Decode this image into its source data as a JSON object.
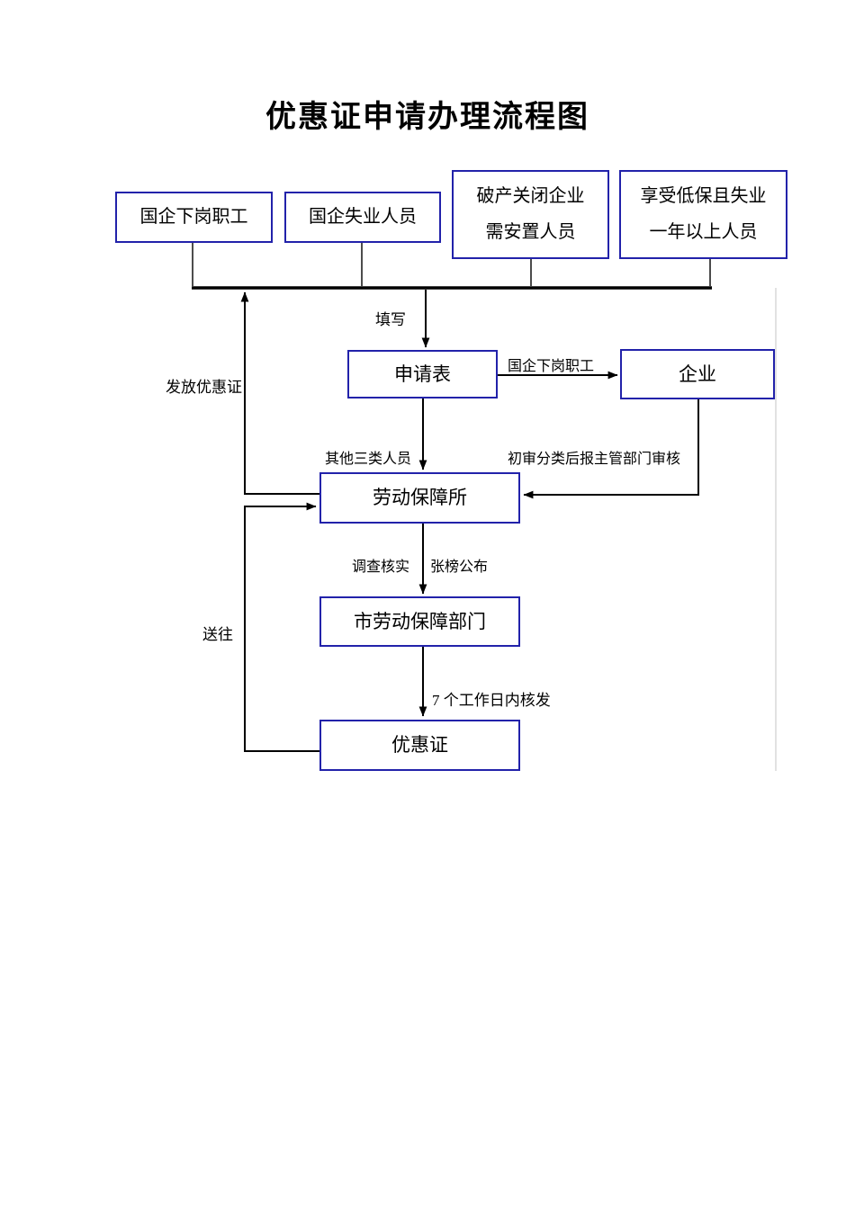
{
  "page": {
    "title": "优惠证申请办理流程图"
  },
  "flowchart": {
    "sources": [
      {
        "lines": [
          "国企下岗职工"
        ]
      },
      {
        "lines": [
          "国企失业人员"
        ]
      },
      {
        "lines": [
          "破产关闭企业",
          "需安置人员"
        ]
      },
      {
        "lines": [
          "享受低保且失业",
          "一年以上人员"
        ]
      }
    ],
    "nodes": {
      "application_form": {
        "label": "申请表"
      },
      "enterprise": {
        "label": "企业"
      },
      "labor_security_office": {
        "label": "劳动保障所"
      },
      "city_labor_security_dept": {
        "label": "市劳动保障部门"
      },
      "preferential_certificate": {
        "label": "优惠证"
      }
    },
    "edge_labels": {
      "fill_in": "填写",
      "soe_laid_off_route": "国企下岗职工",
      "other_three_categories": "其他三类人员",
      "preliminary_review": "初审分类后报主管部门审核",
      "investigate_verify": "调查核实",
      "post_announcement": "张榜公布",
      "issue_within_7_days": "7 个工作日内核发",
      "issue_certificate": "发放优惠证",
      "send_to": "送往"
    },
    "colors": {
      "box_border": "#2222aa",
      "line": "#000000",
      "canvas_edge": "#d9d9d9",
      "text": "#000000"
    }
  }
}
